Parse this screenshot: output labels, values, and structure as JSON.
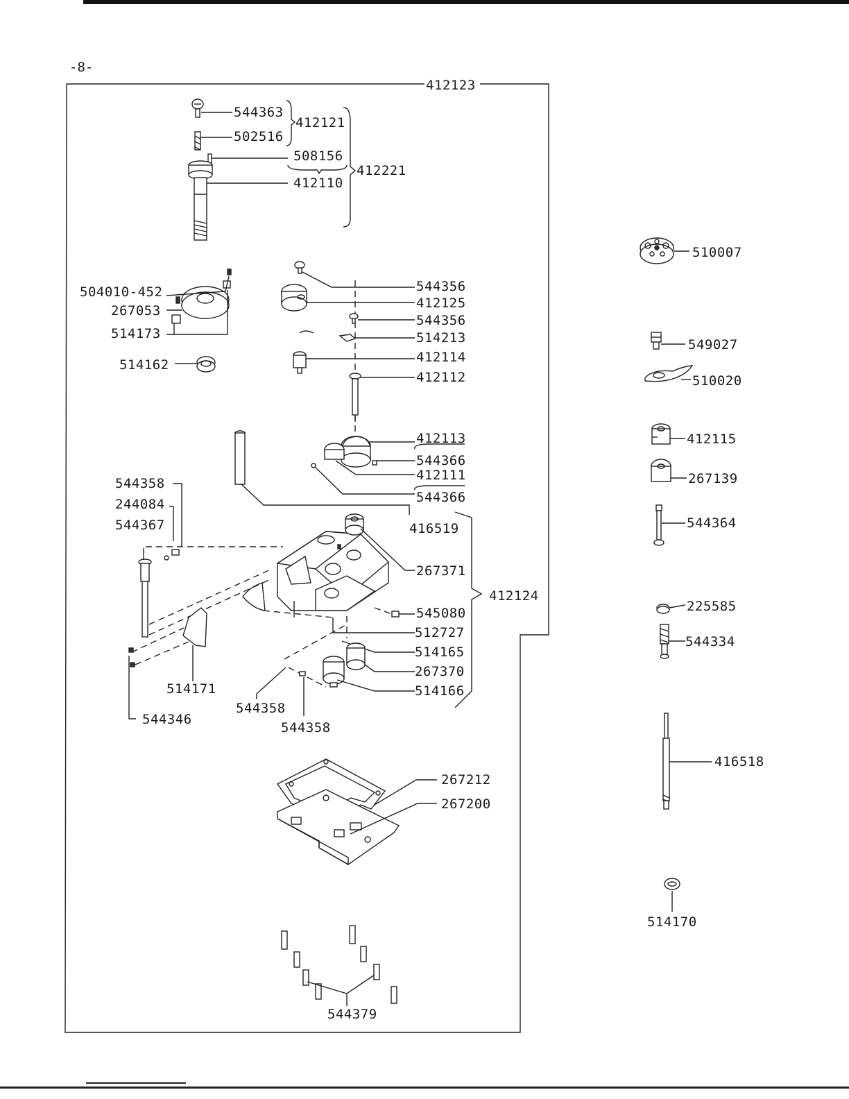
{
  "page_number": "-8-",
  "labels": {
    "l412123": "412123",
    "l544363": "544363",
    "l412121": "412121",
    "l502516": "502516",
    "l508156": "508156",
    "l412221": "412221",
    "l412110": "412110",
    "l510007": "510007",
    "l504010_452": "504010-452",
    "l267053": "267053",
    "l514173": "514173",
    "l514162": "514162",
    "l544356a": "544356",
    "l412125": "412125",
    "l544356b": "544356",
    "l514213": "514213",
    "l412114": "412114",
    "l412112": "412112",
    "l549027": "549027",
    "l510020": "510020",
    "l412113": "412113",
    "l544366a": "544366",
    "l412111": "412111",
    "l544366b": "544366",
    "l412115": "412115",
    "l267139": "267139",
    "l544358a": "544358",
    "l244084": "244084",
    "l544367": "544367",
    "l416519": "416519",
    "l544364": "544364",
    "l267371": "267371",
    "l412124": "412124",
    "l545080": "545080",
    "l225585": "225585",
    "l512727": "512727",
    "l544334": "544334",
    "l514165": "514165",
    "l267370": "267370",
    "l514166": "514166",
    "l514171": "514171",
    "l544358b": "544358",
    "l544346": "544346",
    "l544358c": "544358",
    "l416518": "416518",
    "l267212": "267212",
    "l267200": "267200",
    "l514170": "514170",
    "l544379": "544379"
  }
}
